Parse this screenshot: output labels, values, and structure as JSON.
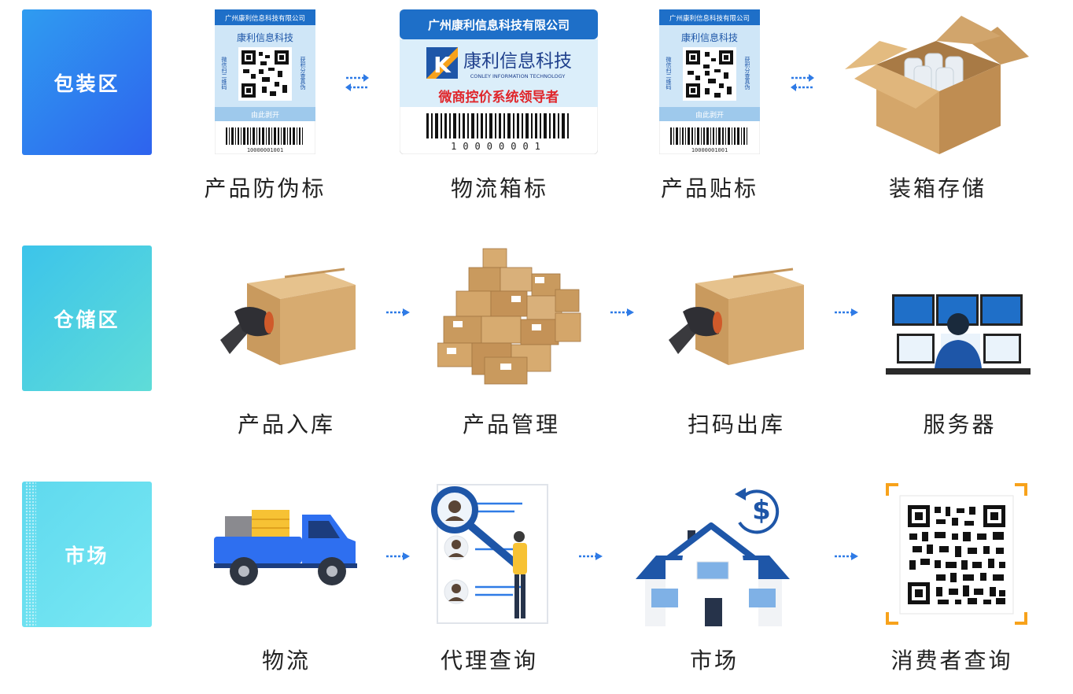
{
  "zones": [
    {
      "label": "包装区",
      "items": [
        "产品防伪标",
        "物流箱标",
        "产品贴标",
        "装箱存储"
      ]
    },
    {
      "label": "仓储区",
      "items": [
        "产品入库",
        "产品管理",
        "扫码出库",
        "服务器"
      ]
    },
    {
      "label": "市场",
      "items": [
        "物流",
        "代理查询",
        "市场",
        "消费者查询"
      ]
    }
  ],
  "labels": {
    "company": "广州康利信息科技有限公司",
    "brand_cn": "康利信息科技",
    "brand_en": "CONLEY INFORMATION TECHNOLOGY",
    "slogan": "微商控价系统领导者",
    "barcode_number": "10000001",
    "small_barcode_number": "10000001001",
    "small_peel": "由此剥开",
    "small_left": "微信扫二维码",
    "small_right": "获积分查真伪",
    "dollar": "$",
    "logo_k": "K"
  },
  "colors": {
    "arrow": "#2f7be6",
    "zone1": "#2e63ee",
    "zone2": "#3cc4ea",
    "zone3": "#6fe3f1",
    "box": "#d4a66a",
    "navy": "#1e56a8"
  }
}
